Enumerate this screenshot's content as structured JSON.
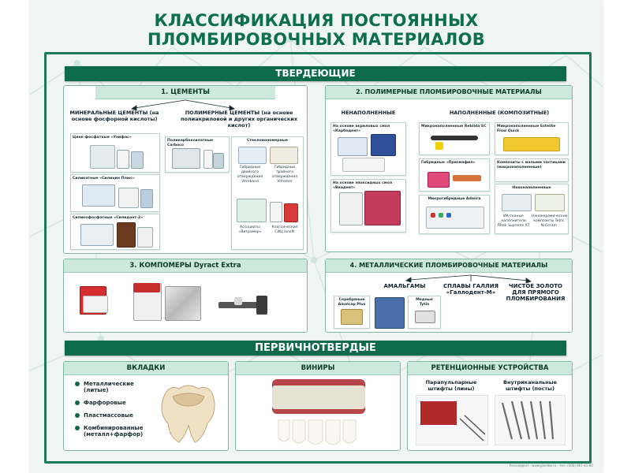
{
  "title": {
    "line1": "КЛАССИФИКАЦИЯ ПОСТОЯННЫХ",
    "line2": "ПЛОМБИРОВОЧНЫХ МАТЕРИАЛОВ"
  },
  "colors": {
    "primary": "#0d6b4b",
    "accent": "#cde8dc",
    "title": "#0e6f4d"
  },
  "hardening": {
    "band": "ТВЕРДЕЮЩИЕ",
    "cements": {
      "heading": "1. ЦЕМЕНТЫ",
      "mineral": "МИНЕРАЛЬНЫЕ ЦЕМЕНТЫ (на основе фосфорной кислоты)",
      "polymer": "ПОЛИМЕРНЫЕ ЦЕМЕНТЫ (на основе полиакриловой и других органических кислот)",
      "cards": {
        "zinc": "Цинк-фосфатные «Унифас»",
        "silicate": "Силикатные «Силицин Плюс»",
        "silicophosphate": "Силикофосфатные «Силидонт-2»",
        "polycarbox": "Поликарбоксилатные Carboco",
        "glass": "Стеклоиономерные"
      },
      "glass_sub": {
        "hybrid_dual": "Гибридные двойного отверждения Vitrebond",
        "hybrid_triple": "Гибридные тройного отверждения Vitremer",
        "assoc": "Ассоциаты «Витрамер»",
        "classic": "Классические СИЦ ionofil"
      }
    },
    "polymers": {
      "heading": "2. ПОЛИМЕРНЫЕ ПЛОМБИРОВОЧНЫЕ МАТЕРИАЛЫ",
      "unfilled": "НЕНАПОЛНЕННЫЕ",
      "filled": "НАПОЛНЕННЫЕ (КОМПОЗИТНЫЕ)",
      "acrylic": "На основе акриловых смол «Карбодент»",
      "epoxy": "На основе эпоксидных смол «Виадент»",
      "microhybrid": "Микронаполненные Rebilda SC",
      "microfilled": "Микронаполненные Estelite Flow Quick",
      "hybrid": "Гибридные «Призмафил»",
      "small_particle": "Композиты с малыми частицами (макронаполненные)",
      "microhybrid_adm": "Микрогибридные Admira",
      "nano": "Нанонаполненные",
      "nano_sub1": "ИК-тканые наполнители Filtek Supreme XT",
      "nano_sub2": "Нанокерамические композиты Tetric N-Ceram"
    },
    "compomers": {
      "heading": "3. КОМПОМЕРЫ  Dyract Extra"
    },
    "metallic": {
      "heading": "4. МЕТАЛЛИЧЕСКИЕ ПЛОМБИРОВОЧНЫЕ МАТЕРИАЛЫ",
      "amalgams": "АМАЛЬГАМЫ",
      "gallium": "СПЛАВЫ ГАЛЛИЯ «Галлодент-М»",
      "gold": "ЧИСТОЕ ЗОЛОТО ДЛЯ ПРЯМОГО ПЛОМБИРОВАНИЯ",
      "silver": "Серебряные Amalcap Plus",
      "copper": "Медные Tytin"
    }
  },
  "primary": {
    "band": "ПЕРВИЧНОТВЕРДЫЕ",
    "inlays": {
      "heading": "ВКЛАДКИ",
      "items": [
        "Металлические (литые)",
        "Фарфоровые",
        "Пластмассовые",
        "Комбинированные (металл+фарфор)"
      ]
    },
    "veneers": {
      "heading": "ВИНИРЫ"
    },
    "retention": {
      "heading": "РЕТЕНЦИОННЫЕ УСТРОЙСТВА",
      "parapulpar": "Парапульпарные штифты (пины)",
      "intracanal": "Внутриканальные штифты (посты)"
    }
  },
  "footer": "Россиядент · www.plomba.ru · тел. (000) 967-41-00"
}
